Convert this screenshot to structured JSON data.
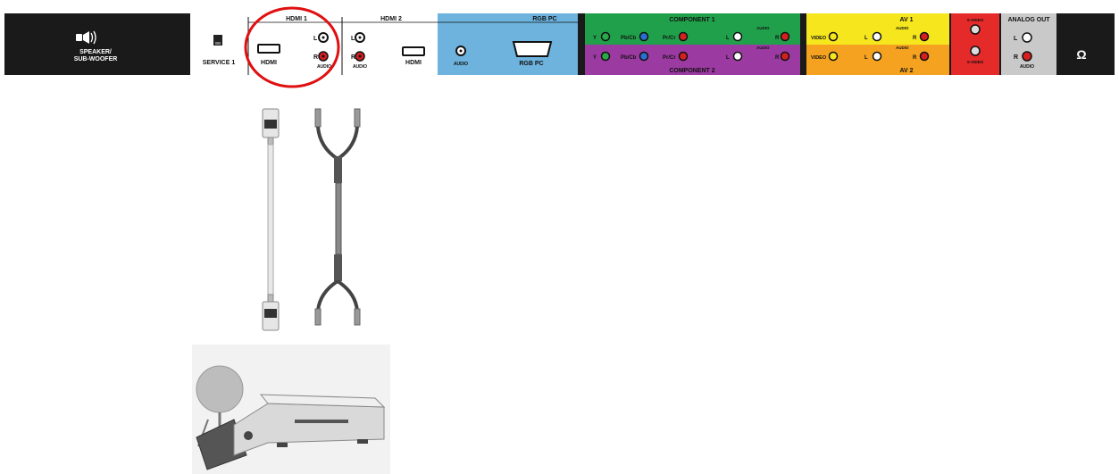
{
  "panel": {
    "speaker": {
      "line1": "SPEAKER/",
      "line2": "SUB-WOOFER"
    },
    "service": "SERVICE 1",
    "hdmi1": {
      "title": "HDMI 1",
      "port_label": "HDMI",
      "l": "L",
      "r": "R",
      "audio": "AUDIO"
    },
    "hdmi2": {
      "title": "HDMI 2",
      "port_label": "HDMI",
      "l": "L",
      "r": "R",
      "audio": "AUDIO"
    },
    "rgb_pc": {
      "title": "RGB PC",
      "audio": "AUDIO",
      "port_label": "RGB PC"
    },
    "component1": {
      "title": "COMPONENT 1",
      "y": "Y",
      "pb": "Pb/Cb",
      "pr": "Pr/Cr",
      "l": "L",
      "r": "R",
      "audio": "AUDIO"
    },
    "component2": {
      "title": "COMPONENT 2",
      "y": "Y",
      "pb": "Pb/Cb",
      "pr": "Pr/Cr",
      "l": "L",
      "r": "R",
      "audio": "AUDIO"
    },
    "av1": {
      "title": "AV 1",
      "video": "VIDEO",
      "l": "L",
      "r": "R",
      "audio": "AUDIO"
    },
    "av2": {
      "title": "AV 2",
      "video": "VIDEO",
      "l": "L",
      "r": "R",
      "audio": "AUDIO"
    },
    "svideo": {
      "label1": "S-VIDEO",
      "label2": "S-VIDEO"
    },
    "analog_out": {
      "title": "ANALOG OUT",
      "l": "L",
      "r": "R",
      "audio": "AUDIO"
    },
    "headphone": "Ω"
  },
  "colors": {
    "panel_black": "#1a1a1a",
    "rgb_blue": "#6db3dd",
    "component1_green": "#21a04b",
    "component2_purple": "#9b3aa0",
    "av1_yellow": "#f5e61e",
    "av2_orange": "#f4a21f",
    "svideo_red": "#e52a2a",
    "analog_gray": "#c9c9c9",
    "highlight_circle": "#e01010",
    "jack_red": "#d61f1f",
    "jack_white": "#ffffff",
    "jack_blue": "#2a6fd0",
    "jack_green": "#2aa84b",
    "jack_yellow": "#f5e61e"
  },
  "illustrations": {
    "hdmi_cable": "hdmi-cable-icon",
    "audio_cable": "rca-audio-cable-icon",
    "satellite_receiver": "satellite-receiver-icon"
  }
}
